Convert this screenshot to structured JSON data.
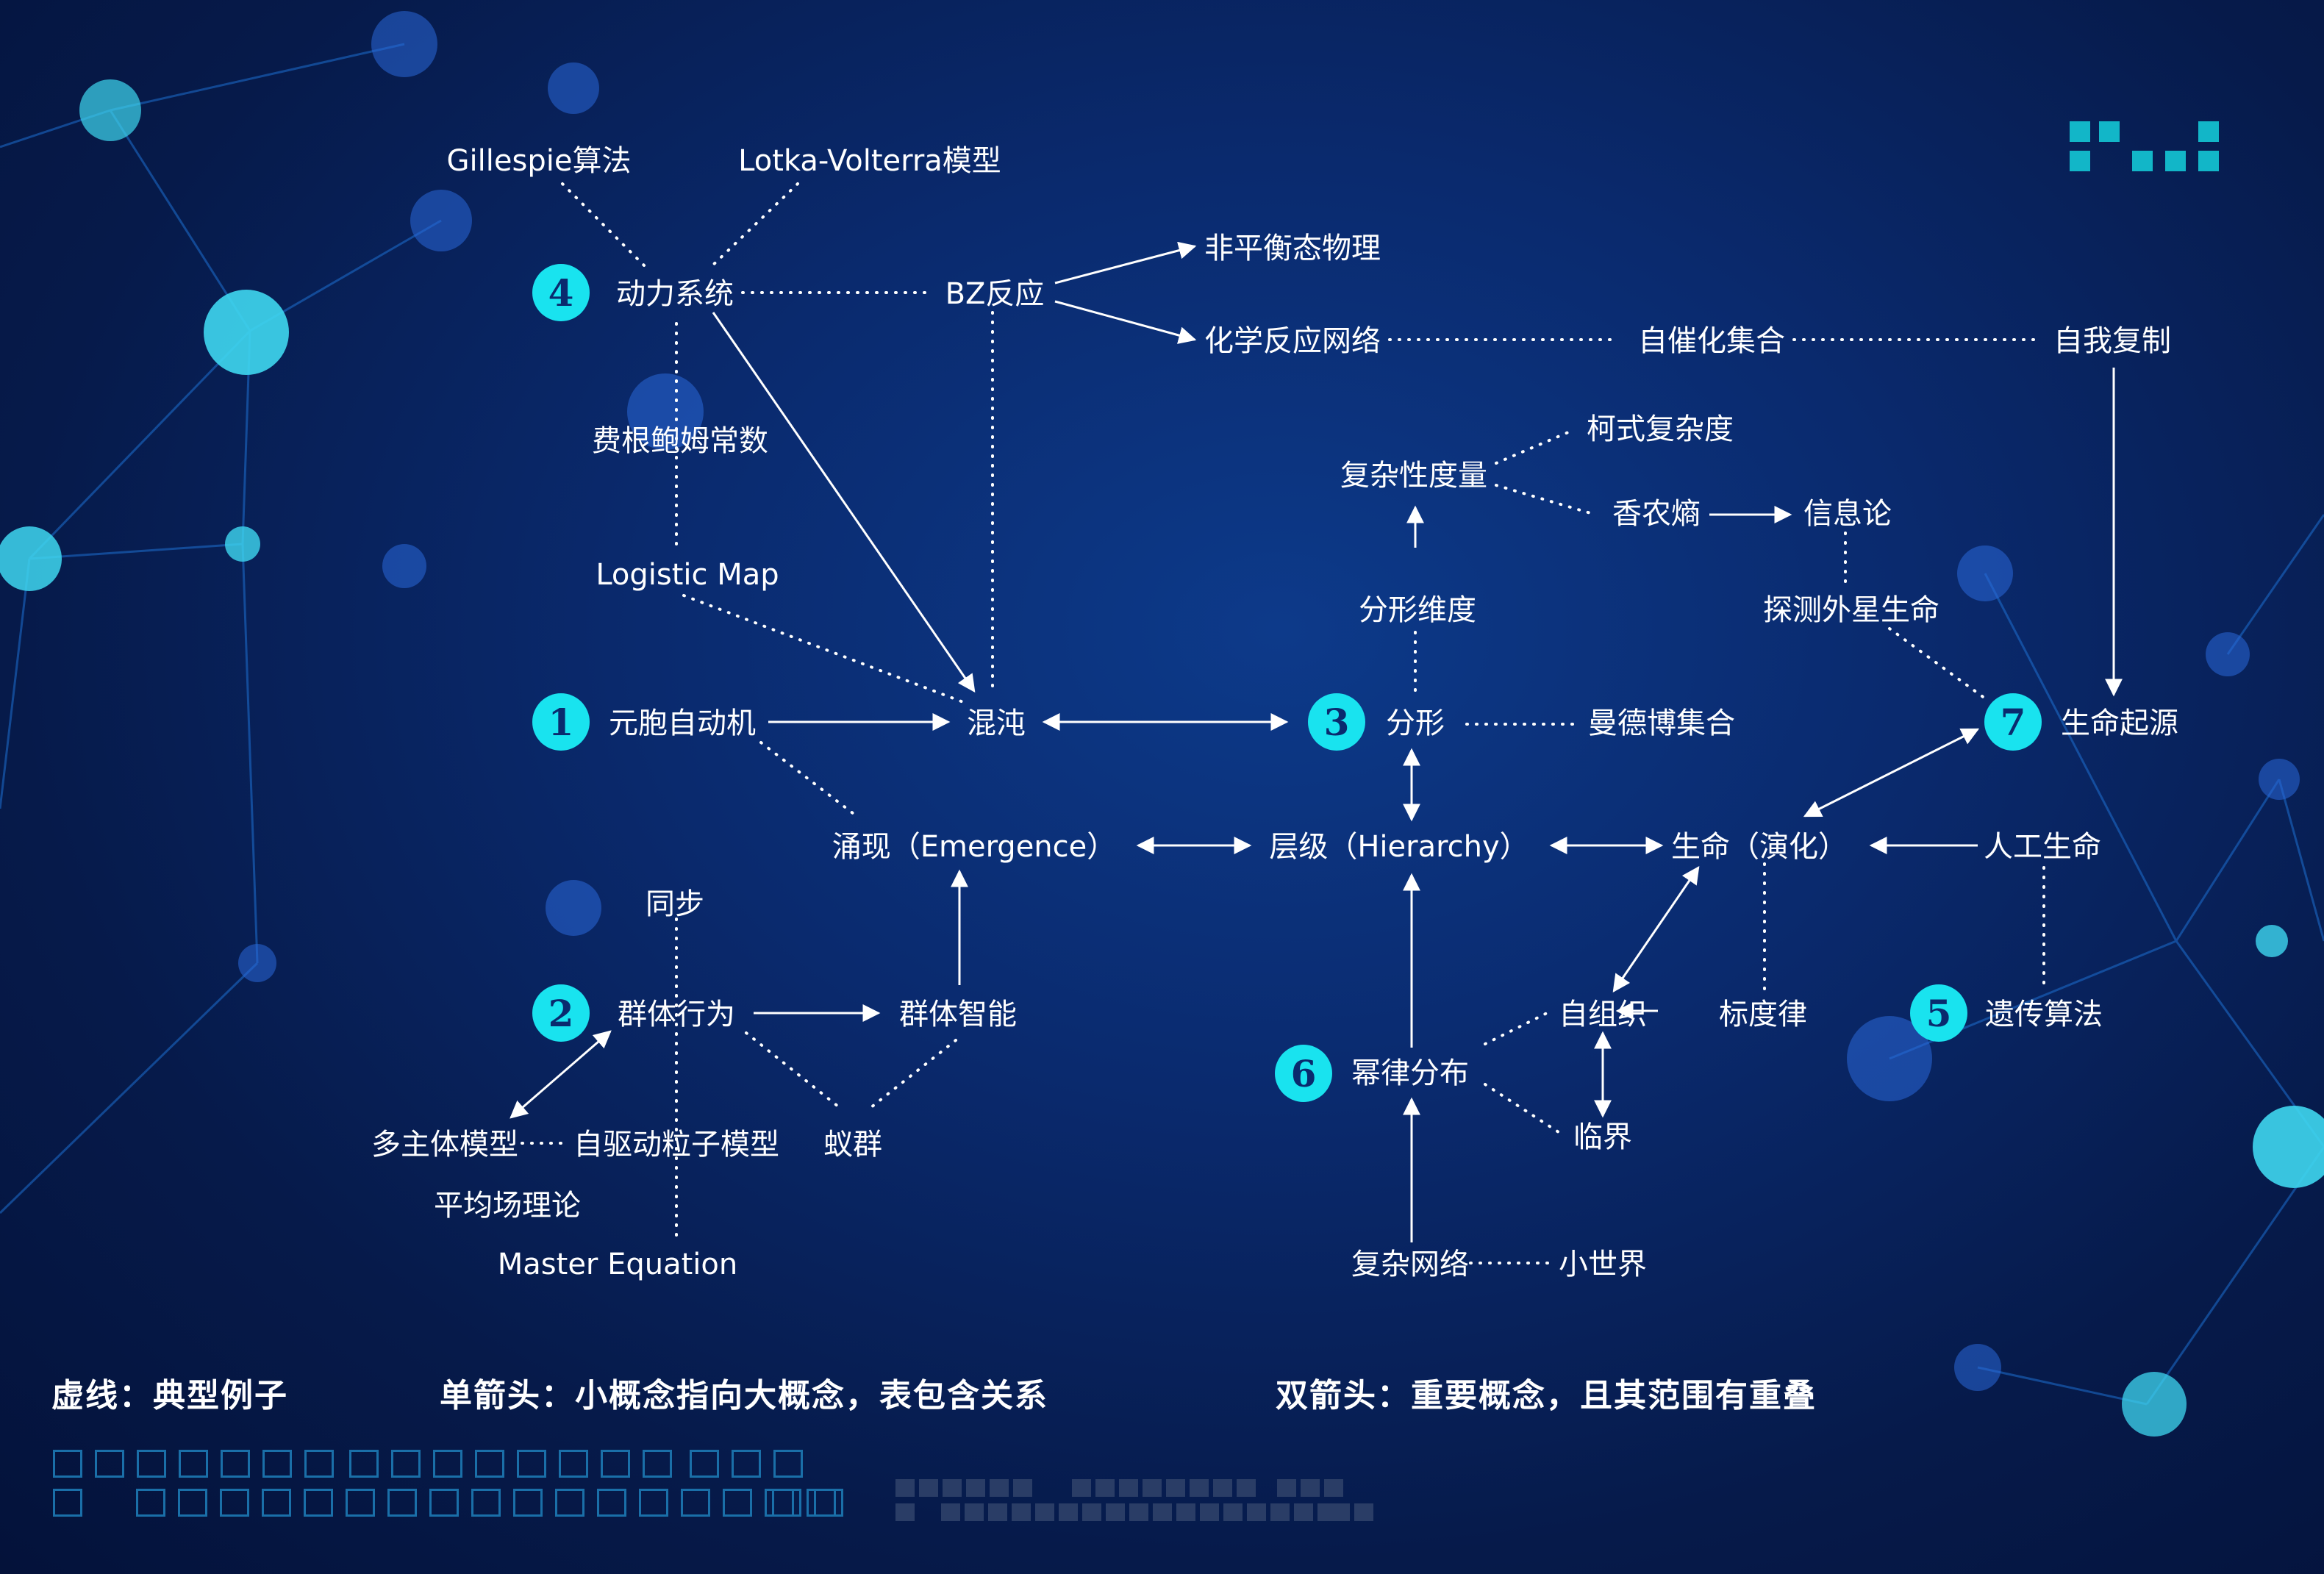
{
  "nodes": {
    "gillespie": "Gillespie算法",
    "lotka": "Lotka-Volterra模型",
    "dynamics": "动力系统",
    "bz": "BZ反应",
    "nonequilibrium": "非平衡态物理",
    "chem_network": "化学反应网络",
    "autocatalytic": "自催化集合",
    "self_replication": "自我复制",
    "feigenbaum": "费根鲍姆常数",
    "logistic": "Logistic Map",
    "complexity_measure": "复杂性度量",
    "kolmogorov": "柯式复杂度",
    "shannon": "香农熵",
    "info_theory": "信息论",
    "fractal_dim": "分形维度",
    "seti": "探测外星生命",
    "ca": "元胞自动机",
    "chaos": "混沌",
    "fractal": "分形",
    "mandelbrot": "曼德博集合",
    "origin_life": "生命起源",
    "emergence": "涌现（Emergence）",
    "hierarchy": "层级（Hierarchy）",
    "life_evolution": "生命（演化）",
    "alife": "人工生命",
    "sync": "同步",
    "swarm_behavior": "群体行为",
    "swarm_intel": "群体智能",
    "self_org": "自组织",
    "scaling": "标度律",
    "genetic": "遗传算法",
    "power_law": "幂律分布",
    "multi_agent": "多主体模型",
    "self_driven": "自驱动粒子模型",
    "ants": "蚁群",
    "criticality": "临界",
    "mean_field": "平均场理论",
    "master_eq": "Master Equation",
    "complex_net": "复杂网络",
    "small_world": "小世界"
  },
  "badges": [
    "1",
    "2",
    "3",
    "4",
    "5",
    "6",
    "7"
  ],
  "legend": {
    "dotted": "虚线：典型例子",
    "single_arrow": "单箭头：小概念指向大概念，表包含关系",
    "double_arrow": "双箭头：重要概念，且其范围有重叠"
  },
  "colors": {
    "badge": "#19e3ef",
    "accent": "#12b6c8",
    "text": "#ffffff"
  }
}
